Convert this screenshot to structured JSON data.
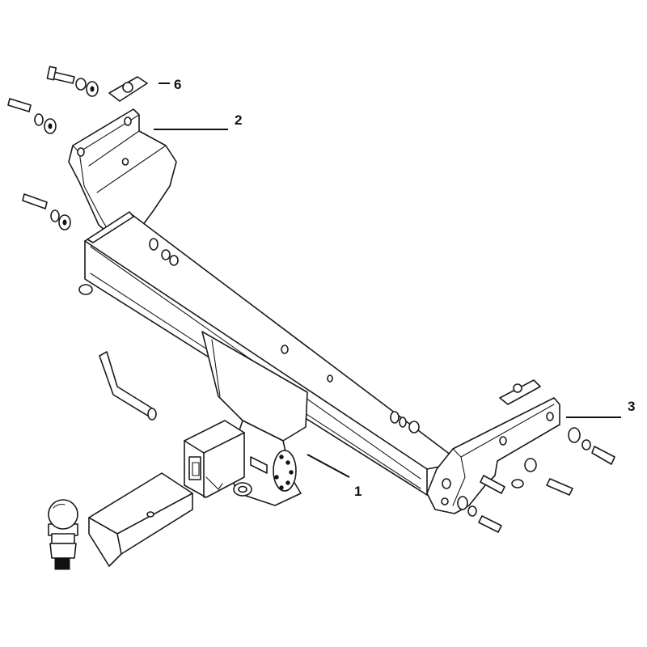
{
  "callouts": [
    {
      "id": "1",
      "label": "1"
    },
    {
      "id": "2",
      "label": "2"
    },
    {
      "id": "3",
      "label": "3"
    },
    {
      "id": "6",
      "label": "6"
    }
  ]
}
